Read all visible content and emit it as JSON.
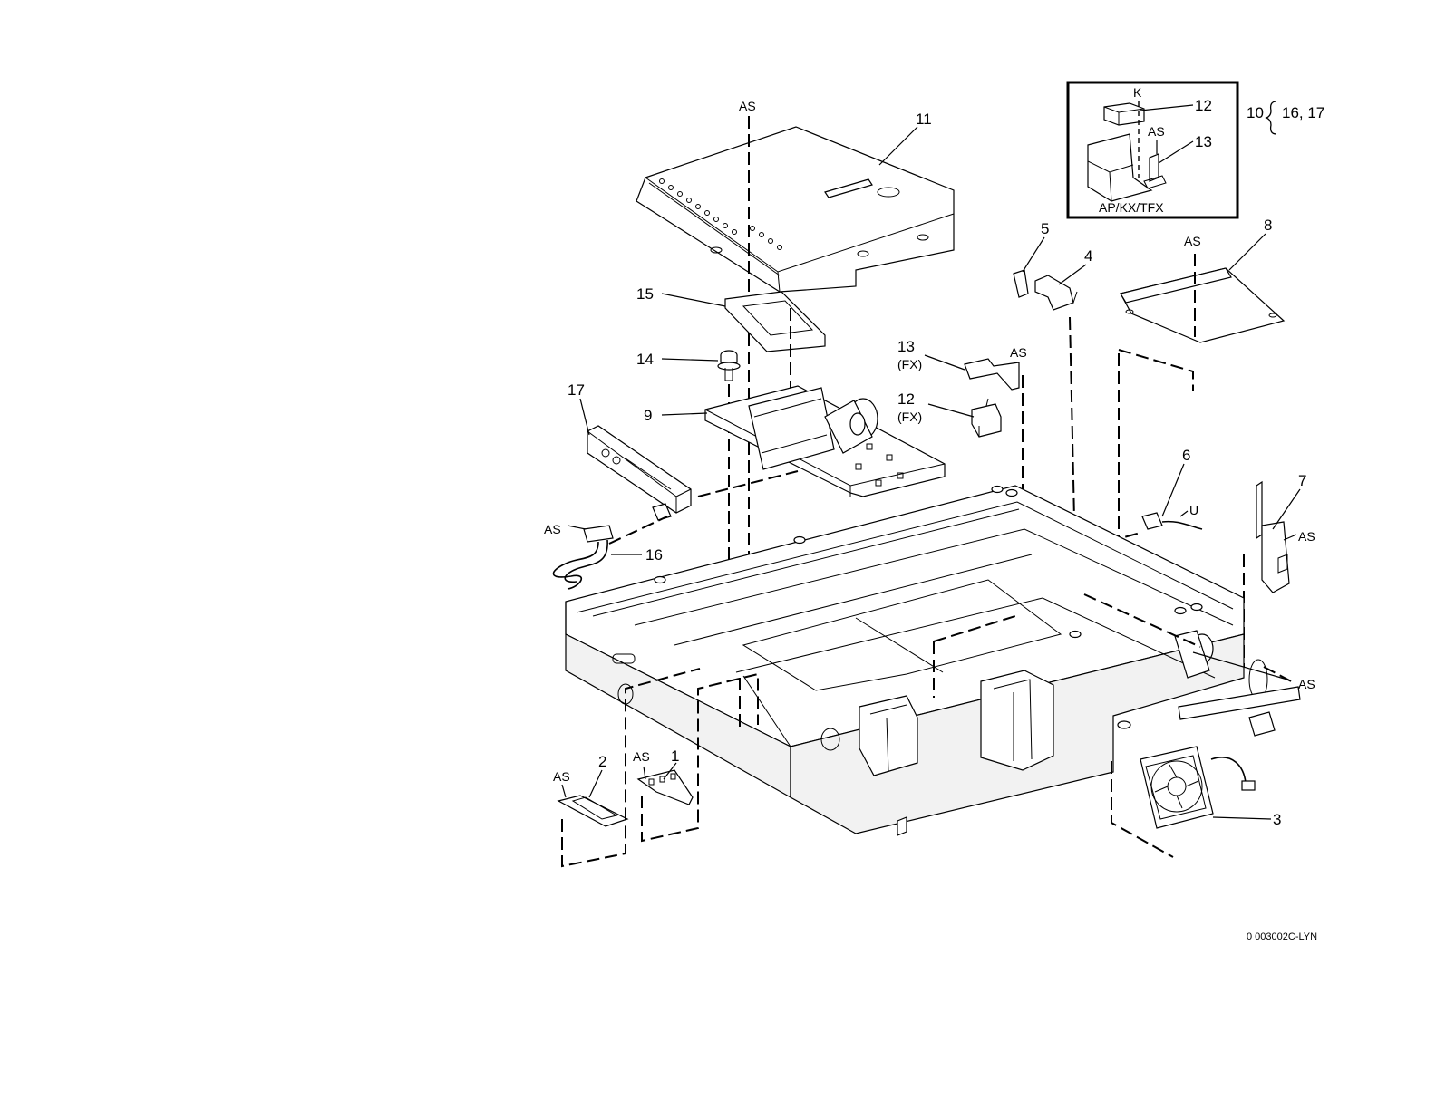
{
  "figure_id": "0 003002C-LYN",
  "group_note": {
    "item": "10",
    "includes": "16, 17"
  },
  "inset": {
    "caption": "AP/KX/TFX",
    "labels": [
      "K",
      "12",
      "AS",
      "13"
    ]
  },
  "callouts": {
    "n1": "1",
    "n2": "2",
    "n3": "3",
    "n4": "4",
    "n5": "5",
    "n6": "6",
    "n7": "7",
    "n8": "8",
    "n9": "9",
    "n11": "11",
    "n12": "12",
    "n13": "13",
    "n14": "14",
    "n15": "15",
    "n16": "16",
    "n17": "17",
    "fx": "(FX)",
    "as": "AS",
    "u": "U"
  }
}
